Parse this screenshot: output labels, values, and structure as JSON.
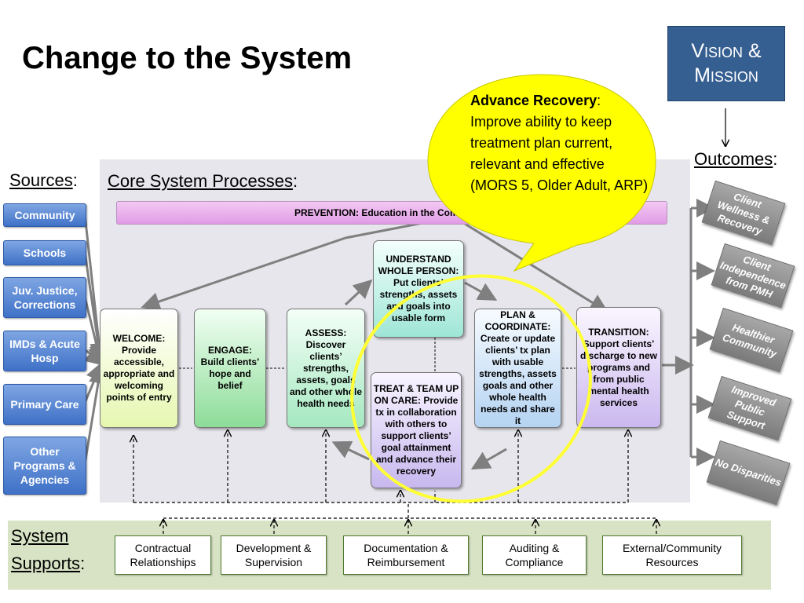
{
  "title": "Change to the System",
  "vision_box": "Vision & Mission",
  "labels": {
    "sources": "Sources",
    "core": "Core System Processes",
    "outcomes": "Outcomes",
    "supports_line1": "System",
    "supports_line2": "Supports",
    "colon": ":"
  },
  "sources": [
    "Community",
    "Schools",
    "Juv. Justice, Corrections",
    "IMDs & Acute Hosp",
    "Primary Care",
    "Other Programs & Agencies"
  ],
  "prevention": "PREVENTION:  Education in the Community",
  "processes": {
    "welcome": "WELCOME: Provide accessible, appropriate and welcoming points of entry",
    "engage": "ENGAGE: Build clients’ hope and belief",
    "assess": "ASSESS: Discover clients’ strengths, assets, goals and other whole health needs",
    "understand": "UNDERSTAND WHOLE PERSON: Put clients’ strengths, assets and goals into usable form",
    "treat": "TREAT & TEAM UP ON CARE: Provide tx in collaboration with others to support clients’ goal attainment and advance their recovery",
    "plan": "PLAN & COORDINATE: Create or update clients’ tx plan with usable strengths, assets goals and other whole health needs and share it",
    "transition": "TRANSITION: Support clients’ discharge to new programs and from public mental health services"
  },
  "callout": {
    "heading": "Advance Recovery",
    "body": "Improve ability to keep treatment plan current, relevant and effective (MORS 5, Older Adult, ARP)"
  },
  "outcomes": [
    "Client Wellness & Recovery",
    "Client Independence from PMH",
    "Healthier Community",
    "Improved Public Support",
    "No Disparities"
  ],
  "supports": [
    "Contractual Relationships",
    "Development & Supervision",
    "Documentation & Reimbursement",
    "Auditing & Compliance",
    "External/Community Resources"
  ],
  "colors": {
    "source_blue": "#3f71c7",
    "vision_blue": "#365f91",
    "callout_yellow": "#ffff00",
    "arrow_gray": "#7f7f7f"
  }
}
